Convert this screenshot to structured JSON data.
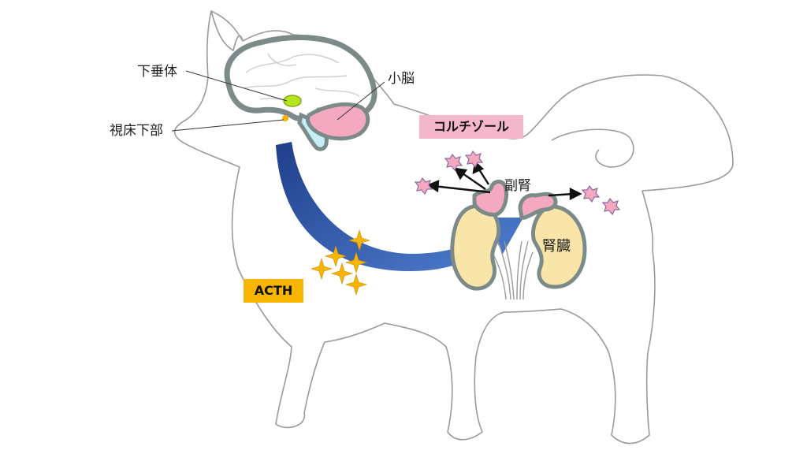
{
  "labels": {
    "pituitary": "下垂体",
    "hypothalamus": "視床下部",
    "cerebellum": "小脳",
    "adrenal": "副腎",
    "kidney": "腎臓",
    "cortisol": "コルチゾール",
    "acth": "ACTH"
  },
  "colors": {
    "cortisol_tag": "#f4b6cb",
    "acth_tag": "#f7b500",
    "brain_outline": "#7d8a8a",
    "cerebellum": "#f4a9c0",
    "pituitary": "#b5e61d",
    "kidney": "#fae5a8",
    "adrenal": "#f4a9c0",
    "arrow": "#2f5aa8",
    "sparkle": "#f7b500"
  },
  "icons": {
    "hormone_cortisol": "pink-star-icon",
    "hormone_acth": "gold-sparkle-icon"
  }
}
